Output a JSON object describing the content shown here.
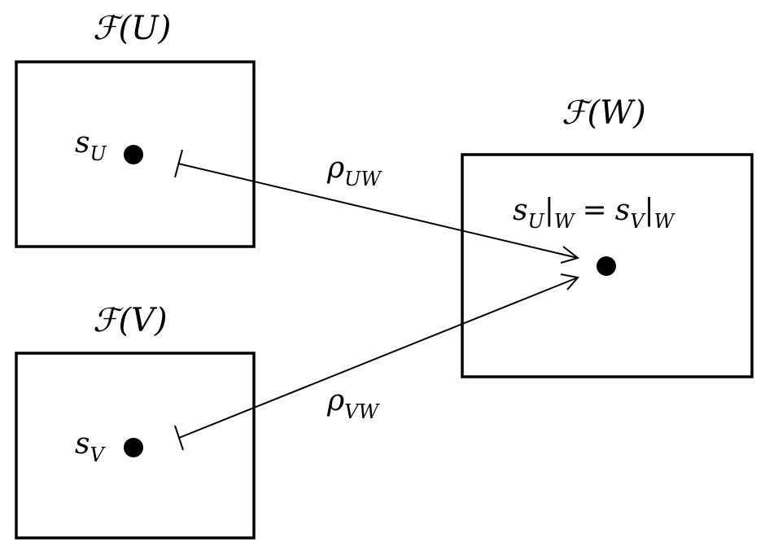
{
  "sets": {
    "U": {
      "title_script": "ℱ",
      "title_arg": "(U)",
      "element_base": "s",
      "element_sub": "U"
    },
    "V": {
      "title_script": "ℱ",
      "title_arg": "(V)",
      "element_base": "s",
      "element_sub": "V"
    },
    "W": {
      "title_script": "ℱ",
      "title_arg": "(W)"
    }
  },
  "target_label": {
    "left_base": "s",
    "left_sub": "U",
    "left_bar": "|",
    "left_bar_sub": "W",
    "equals": "=",
    "right_base": "s",
    "right_sub": "V",
    "right_bar": "|",
    "right_bar_sub": "W"
  },
  "maps": {
    "uw": {
      "base": "ρ",
      "sub": "UW"
    },
    "vw": {
      "base": "ρ",
      "sub": "VW"
    }
  }
}
